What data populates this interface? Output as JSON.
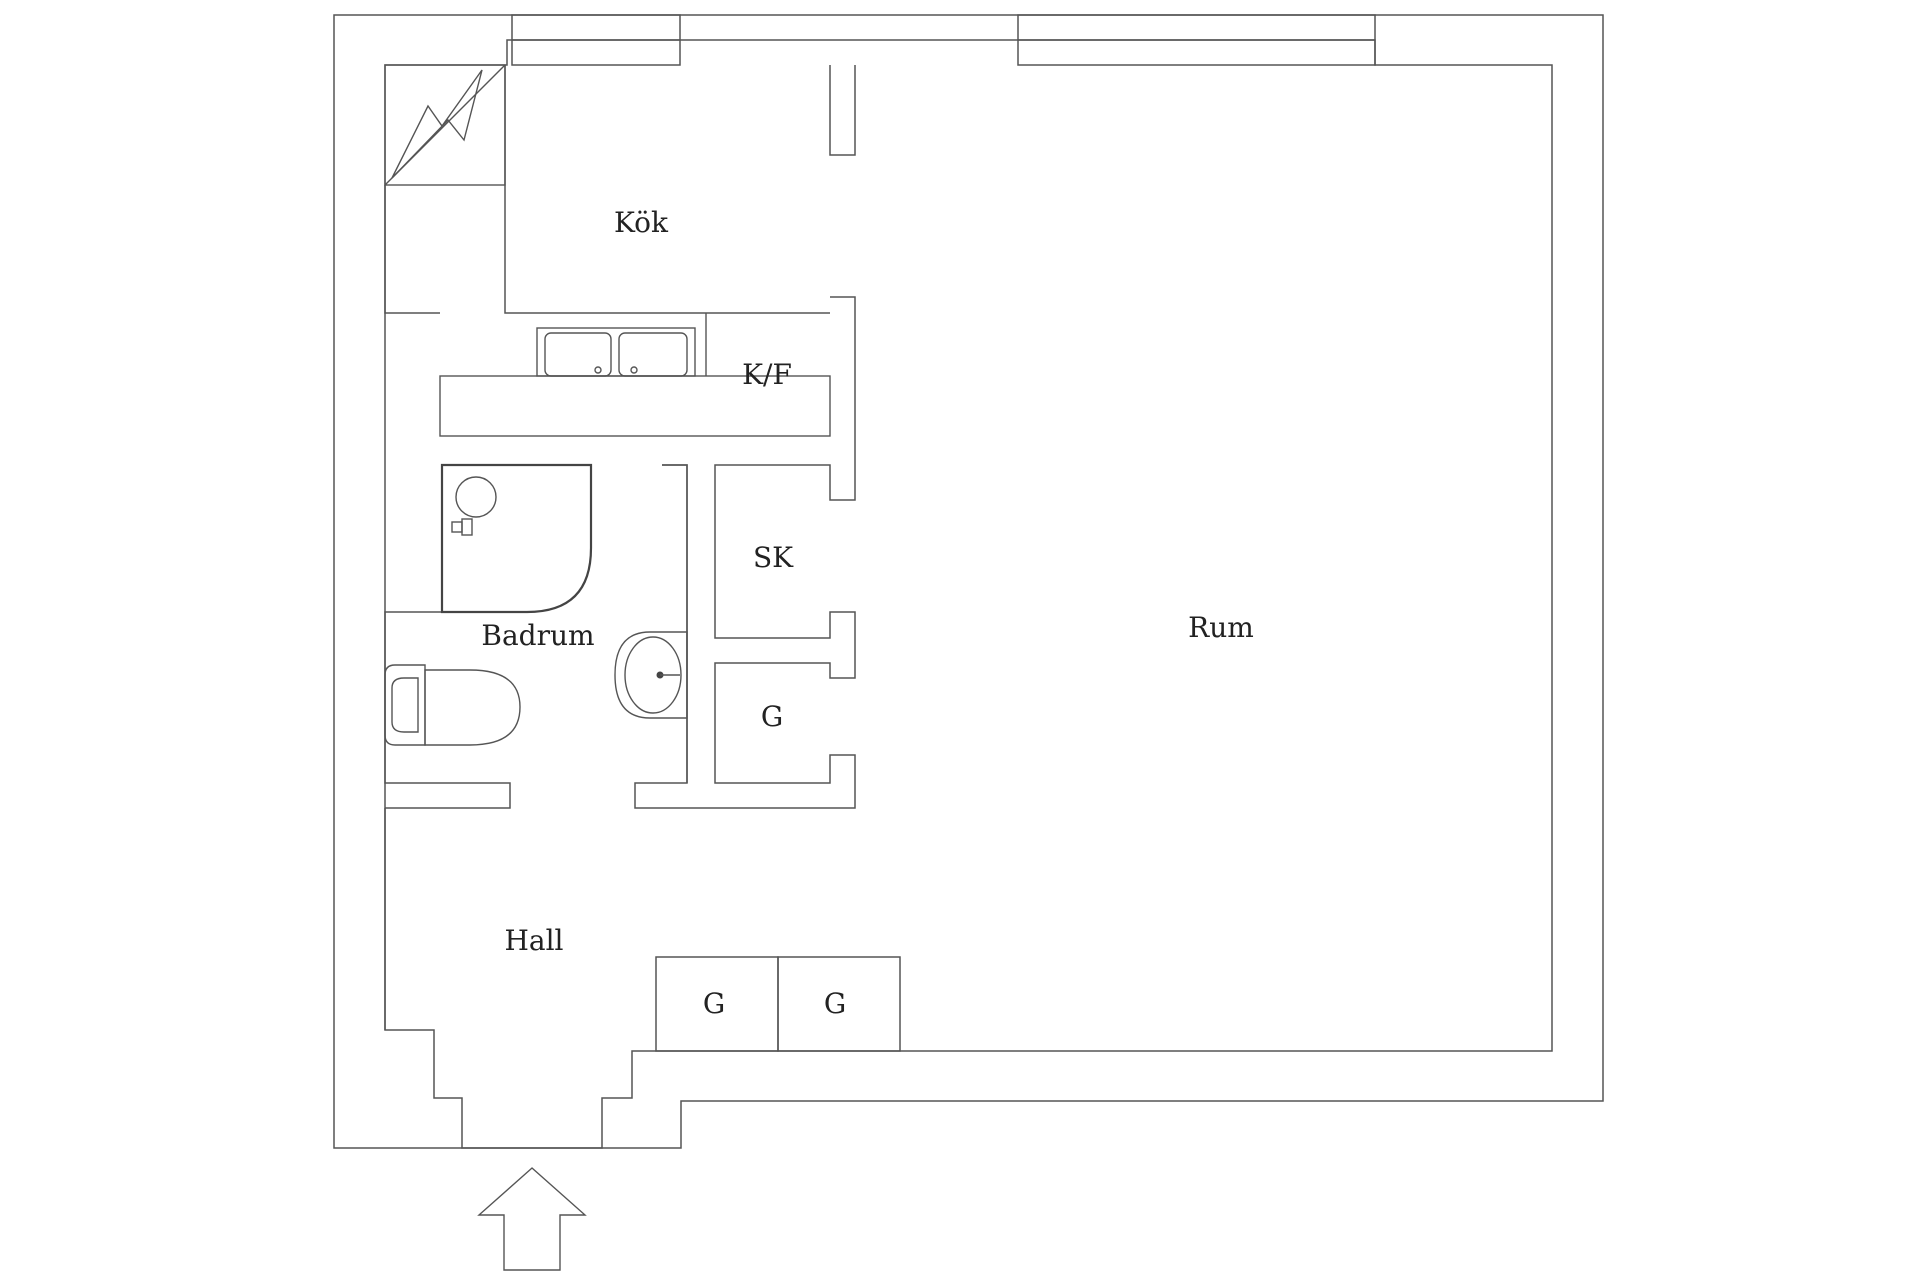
{
  "rooms": {
    "kok": "Kök",
    "kf": "K/F",
    "sk": "SK",
    "rum": "Rum",
    "badrum": "Badrum",
    "g_closet": "G",
    "hall": "Hall",
    "g_hall_1": "G",
    "g_hall_2": "G"
  },
  "icons": {
    "electrical_panel": "lightning-icon",
    "entrance": "up-arrow-icon"
  }
}
